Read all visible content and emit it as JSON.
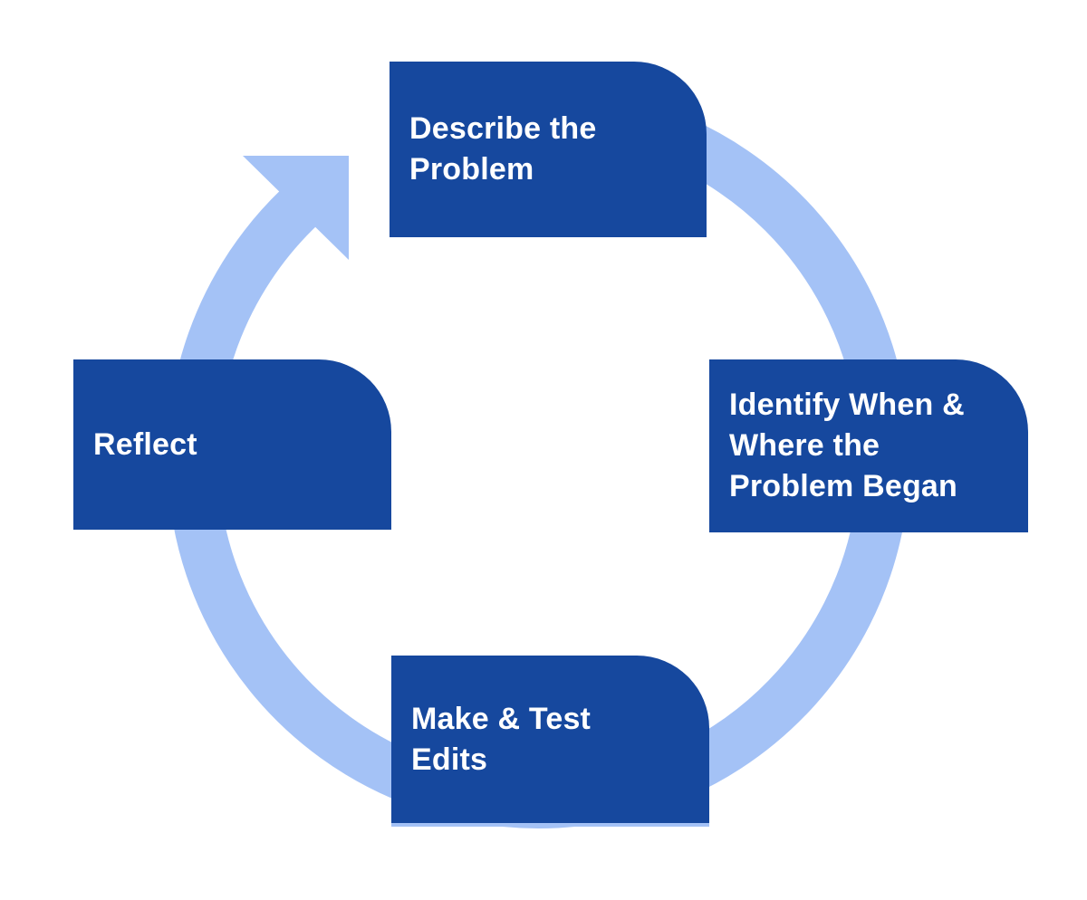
{
  "diagram": {
    "type": "cycle",
    "flow_direction": "clockwise",
    "colors": {
      "background": "#FFFFFF",
      "step_fill": "#16489E",
      "ring": "#A4C2F6",
      "step_text": "#FFFFFF"
    },
    "steps": [
      {
        "id": "describe-problem",
        "position": "top",
        "label": "Describe the\nProblem"
      },
      {
        "id": "identify-when-where",
        "position": "right",
        "label": "Identify When &\nWhere the\nProblem Began"
      },
      {
        "id": "make-test-edits",
        "position": "bottom",
        "label": "Make & Test\nEdits"
      },
      {
        "id": "reflect",
        "position": "left",
        "label": "Reflect"
      }
    ]
  }
}
